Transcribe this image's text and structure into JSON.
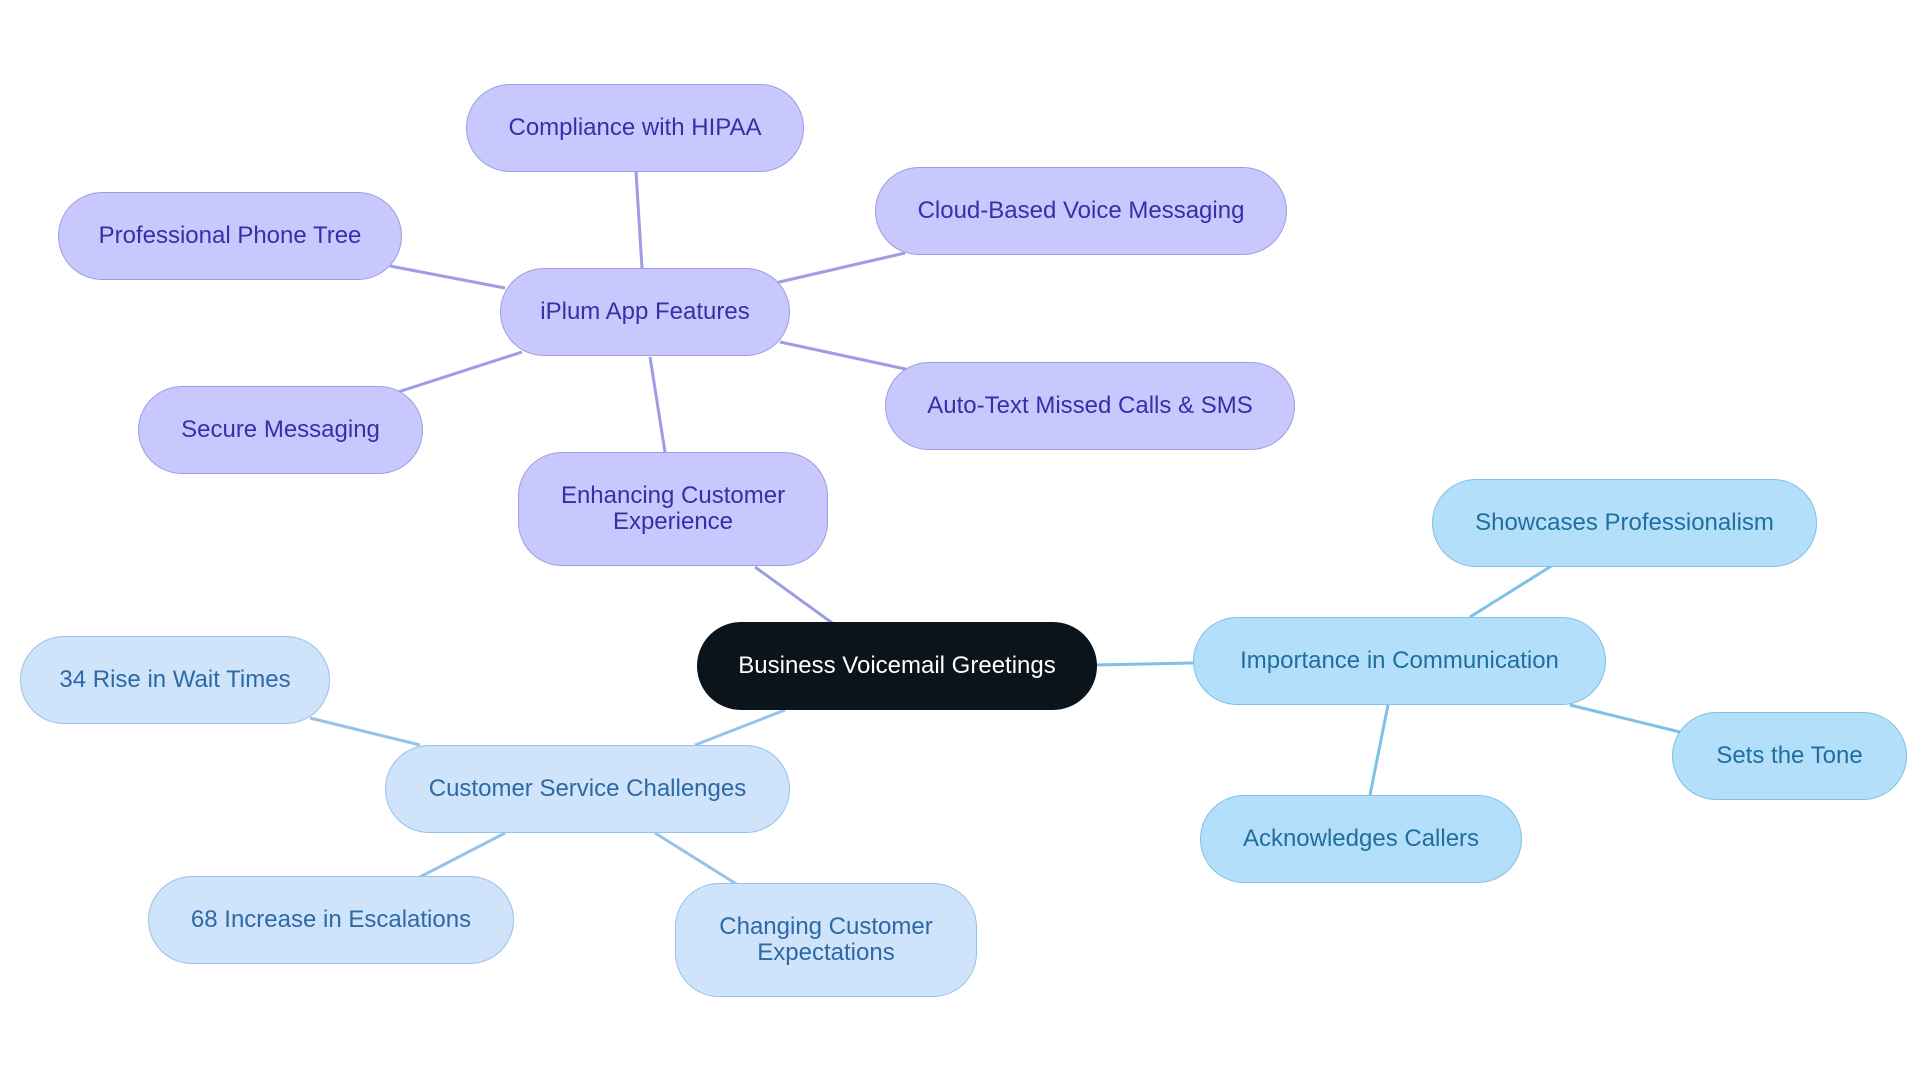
{
  "colors": {
    "root_fill": "#0b131b",
    "purple_fill": "#c8c8ff",
    "purple_edge": "#9d9de3",
    "purple_text": "#3232a6",
    "blue_fill": "#b4dffb",
    "blue_edge": "#7ec0e8",
    "blue_text": "#1f6f9e",
    "lightblue_fill": "#cfe3fa",
    "lightblue_edge": "#97c2ea",
    "lightblue_text": "#2c6aa6"
  },
  "nodes": {
    "root": "Business Voicemail Greetings",
    "enhancing": "Enhancing Customer Experience",
    "iplum": "iPlum App Features",
    "hipaa": "Compliance with HIPAA",
    "phone_tree": "Professional Phone Tree",
    "cloud": "Cloud-Based Voice Messaging",
    "secure": "Secure Messaging",
    "auto_text": "Auto-Text Missed Calls & SMS",
    "importance": "Importance in Communication",
    "professionalism": "Showcases Professionalism",
    "tone": "Sets the Tone",
    "acknowledges": "Acknowledges Callers",
    "challenges": "Customer Service Challenges",
    "wait": "34 Rise in Wait Times",
    "escalations": "68 Increase in Escalations",
    "expectations": "Changing Customer Expectations"
  },
  "edges": [
    [
      "root",
      "enhancing"
    ],
    [
      "enhancing",
      "iplum"
    ],
    [
      "iplum",
      "hipaa"
    ],
    [
      "iplum",
      "phone_tree"
    ],
    [
      "iplum",
      "cloud"
    ],
    [
      "iplum",
      "secure"
    ],
    [
      "iplum",
      "auto_text"
    ],
    [
      "root",
      "importance"
    ],
    [
      "importance",
      "professionalism"
    ],
    [
      "importance",
      "tone"
    ],
    [
      "importance",
      "acknowledges"
    ],
    [
      "root",
      "challenges"
    ],
    [
      "challenges",
      "wait"
    ],
    [
      "challenges",
      "escalations"
    ],
    [
      "challenges",
      "expectations"
    ]
  ]
}
